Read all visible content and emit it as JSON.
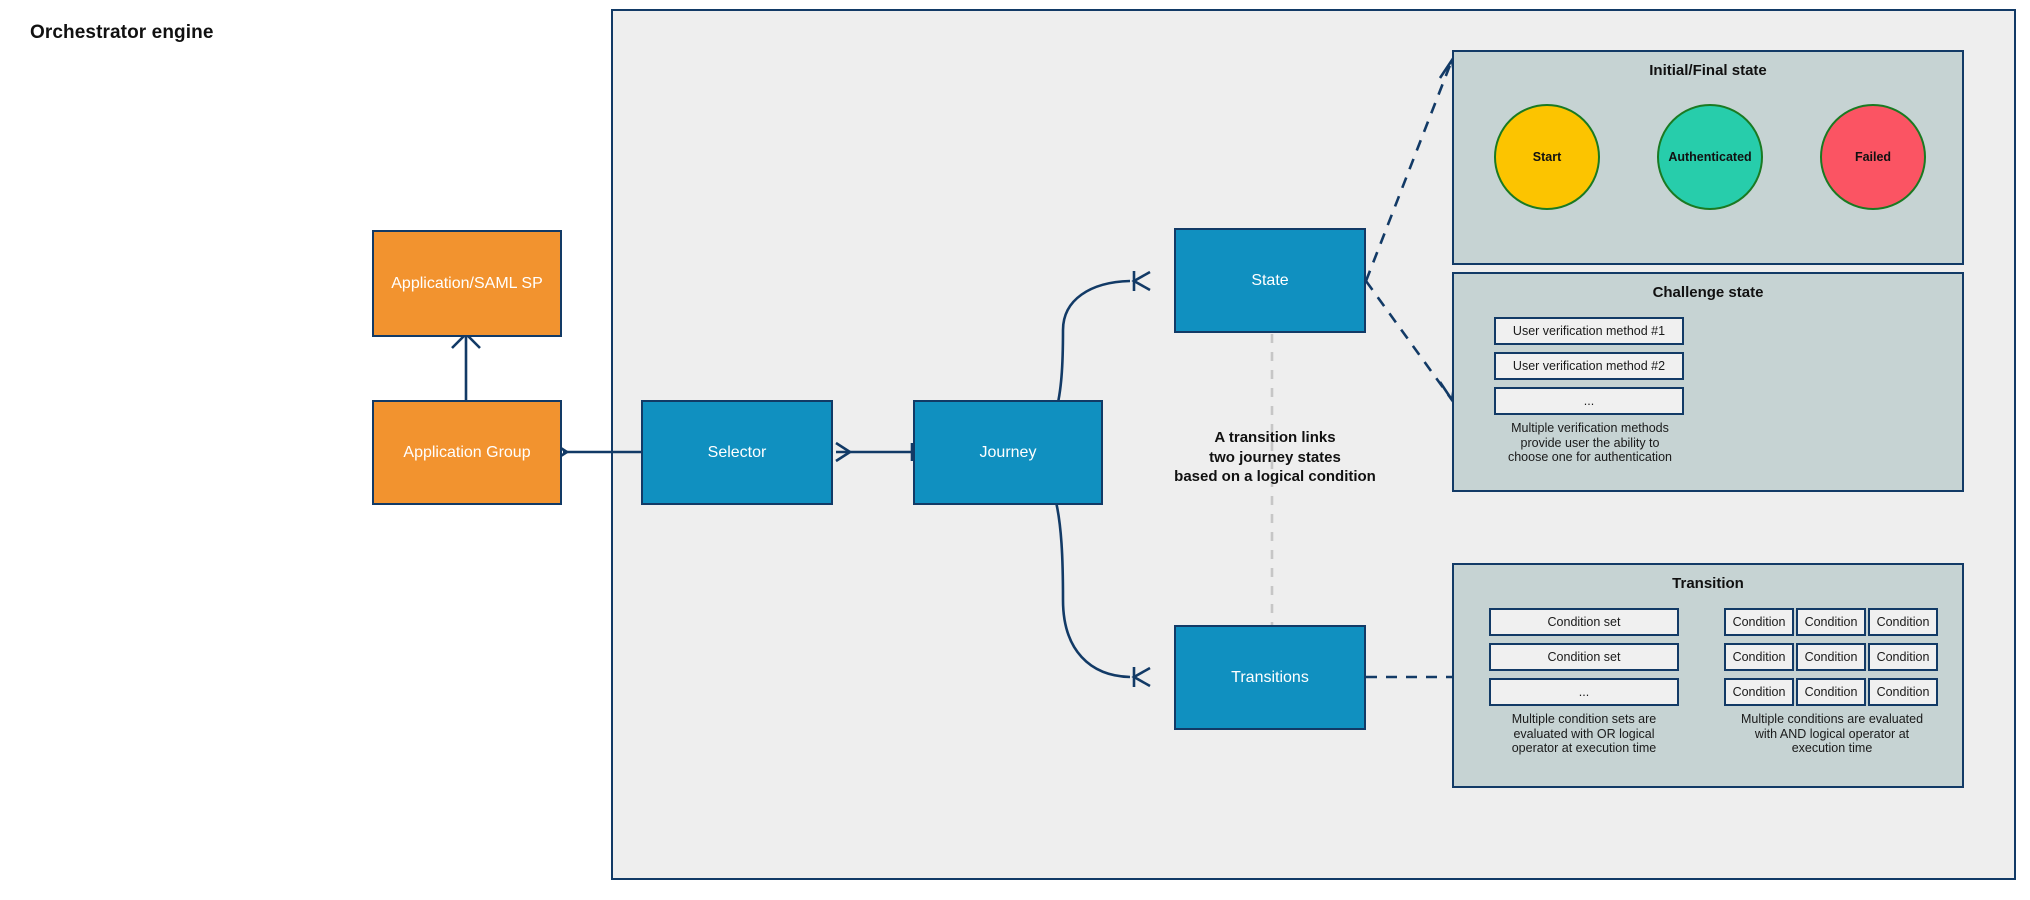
{
  "diagram": {
    "container_title": "Orchestrator engine",
    "colors": {
      "entity_orange": "#f2932f",
      "entity_blue": "#1090c0",
      "border_navy": "#123a66",
      "panel_fill": "#c6d3d3",
      "canvas_gray": "#eeeeee",
      "circle_border_green": "#1a7a22",
      "start_yellow": "#fcc400",
      "authenticated_teal": "#27cdab",
      "failed_red": "#fb5463"
    },
    "entities": {
      "application_saml_sp": "Application/SAML SP",
      "application_group": "Application Group",
      "selector": "Selector",
      "journey": "Journey",
      "state": "State",
      "transitions": "Transitions"
    },
    "annotation": {
      "line1": "A transition links",
      "line2": "two journey states",
      "line3": "based on a logical condition"
    },
    "panels": {
      "initial_final_state": {
        "title": "Initial/Final state",
        "circles": [
          {
            "label": "Start",
            "color": "#fcc400"
          },
          {
            "label": "Authenticated",
            "color": "#27cdab"
          },
          {
            "label": "Failed",
            "color": "#fb5463"
          }
        ]
      },
      "challenge_state": {
        "title": "Challenge state",
        "items": [
          "User verification method #1",
          "User verification method #2",
          "..."
        ],
        "note_line1": "Multiple verification methods",
        "note_line2": "provide user the ability to",
        "note_line3": "choose one for authentication"
      },
      "transition": {
        "title": "Transition",
        "condition_sets": [
          "Condition set",
          "Condition set",
          "..."
        ],
        "conditions_grid": [
          [
            "Condition",
            "Condition",
            "Condition"
          ],
          [
            "Condition",
            "Condition",
            "Condition"
          ],
          [
            "Condition",
            "Condition",
            "Condition"
          ]
        ],
        "left_note_line1": "Multiple condition sets are",
        "left_note_line2": "evaluated with OR logical",
        "left_note_line3": "operator at execution time",
        "right_note_line1": "Multiple conditions are evaluated",
        "right_note_line2": "with AND logical operator at",
        "right_note_line3": "execution time"
      }
    }
  }
}
